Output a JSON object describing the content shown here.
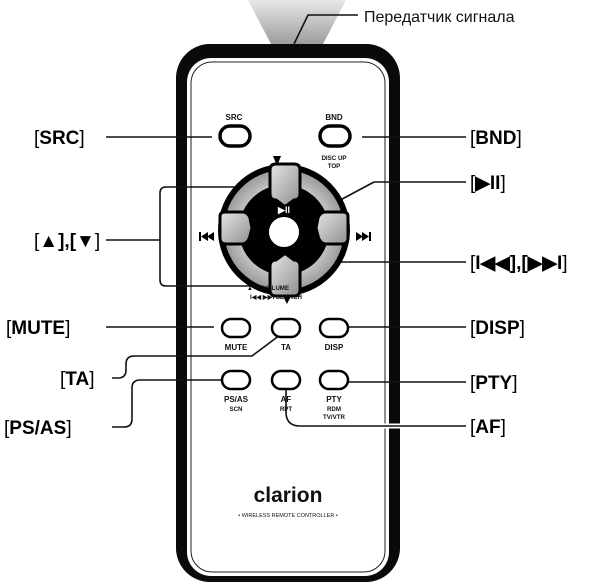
{
  "title": "",
  "transmitter_label": "Передатчик сигнала",
  "callouts": {
    "src": "SRC",
    "bnd": "BND",
    "play_pause": "▶II",
    "up_down": "▲],[▼",
    "prev_next": "I◀◀],[▶▶I",
    "mute": "MUTE",
    "disp": "DISP",
    "ta": "TA",
    "pty": "PTY",
    "ps_as": "PS/AS",
    "af": "AF"
  },
  "remote": {
    "btn_src": "SRC",
    "btn_bnd": "BND",
    "bnd_sub1": "DISC UP",
    "bnd_sub2": "TOP",
    "center_play": "▶II",
    "nav_volume": "▲  ▼ VOLUME",
    "nav_search": "I◀◀ ▶▶I SEARCH",
    "btn_mute": "MUTE",
    "btn_ta": "TA",
    "btn_disp": "DISP",
    "btn_psas": "PS/AS",
    "psas_sub": "SCN",
    "btn_af": "AF",
    "af_sub": "RPT",
    "btn_pty": "PTY",
    "pty_sub1": "RDM",
    "pty_sub2": "TV/VTR",
    "brand": "clarion",
    "brand_sub": "• WIRELESS REMOTE CONTROLLER •"
  }
}
